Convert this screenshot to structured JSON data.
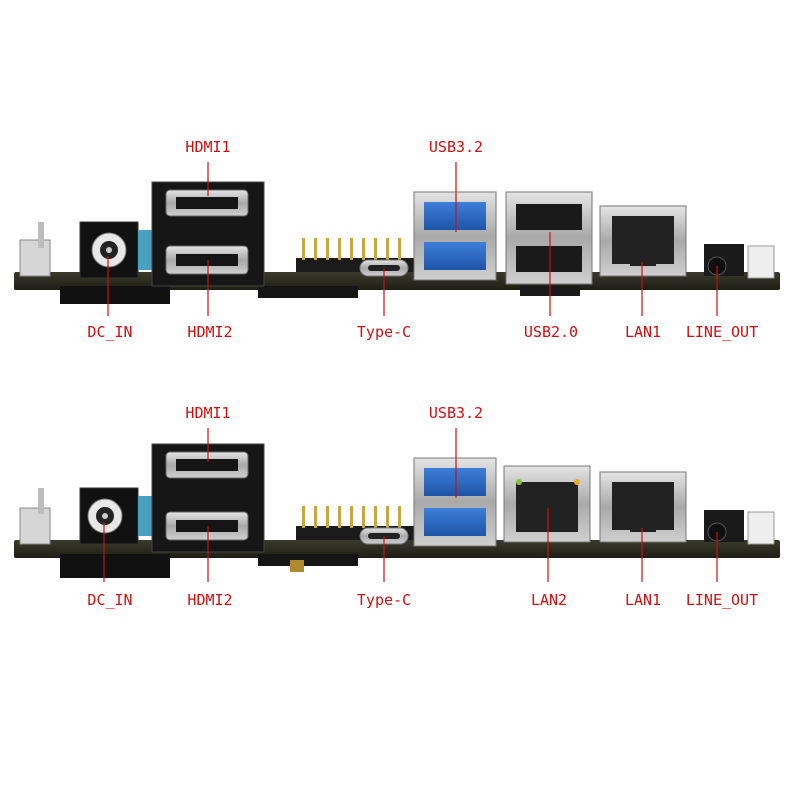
{
  "label_color": "#cc1111",
  "boards": [
    {
      "id": "board-1",
      "labels": {
        "hdmi1": "HDMI1",
        "usb3": "USB3.2",
        "dc_in": "DC_IN",
        "hdmi2": "HDMI2",
        "type_c": "Type-C",
        "usb2": "USB2.0",
        "lan1": "LAN1",
        "line_out": "LINE_OUT"
      }
    },
    {
      "id": "board-2",
      "labels": {
        "hdmi1": "HDMI1",
        "usb3": "USB3.2",
        "dc_in": "DC_IN",
        "hdmi2": "HDMI2",
        "type_c": "Type-C",
        "lan2": "LAN2",
        "lan1": "LAN1",
        "line_out": "LINE_OUT"
      }
    }
  ]
}
